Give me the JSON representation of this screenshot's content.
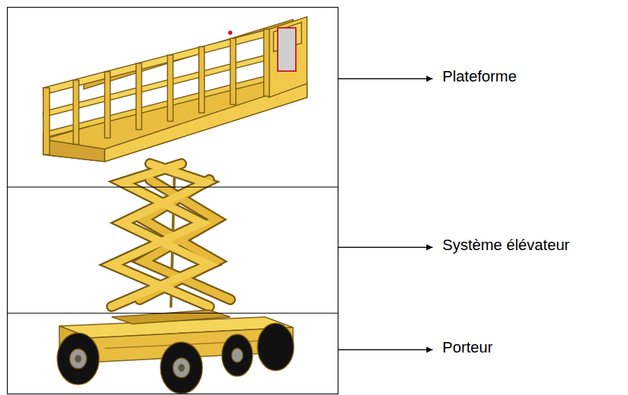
{
  "diagram": {
    "labels": [
      "Plateforme",
      "Système élévateur",
      "Porteur"
    ]
  }
}
